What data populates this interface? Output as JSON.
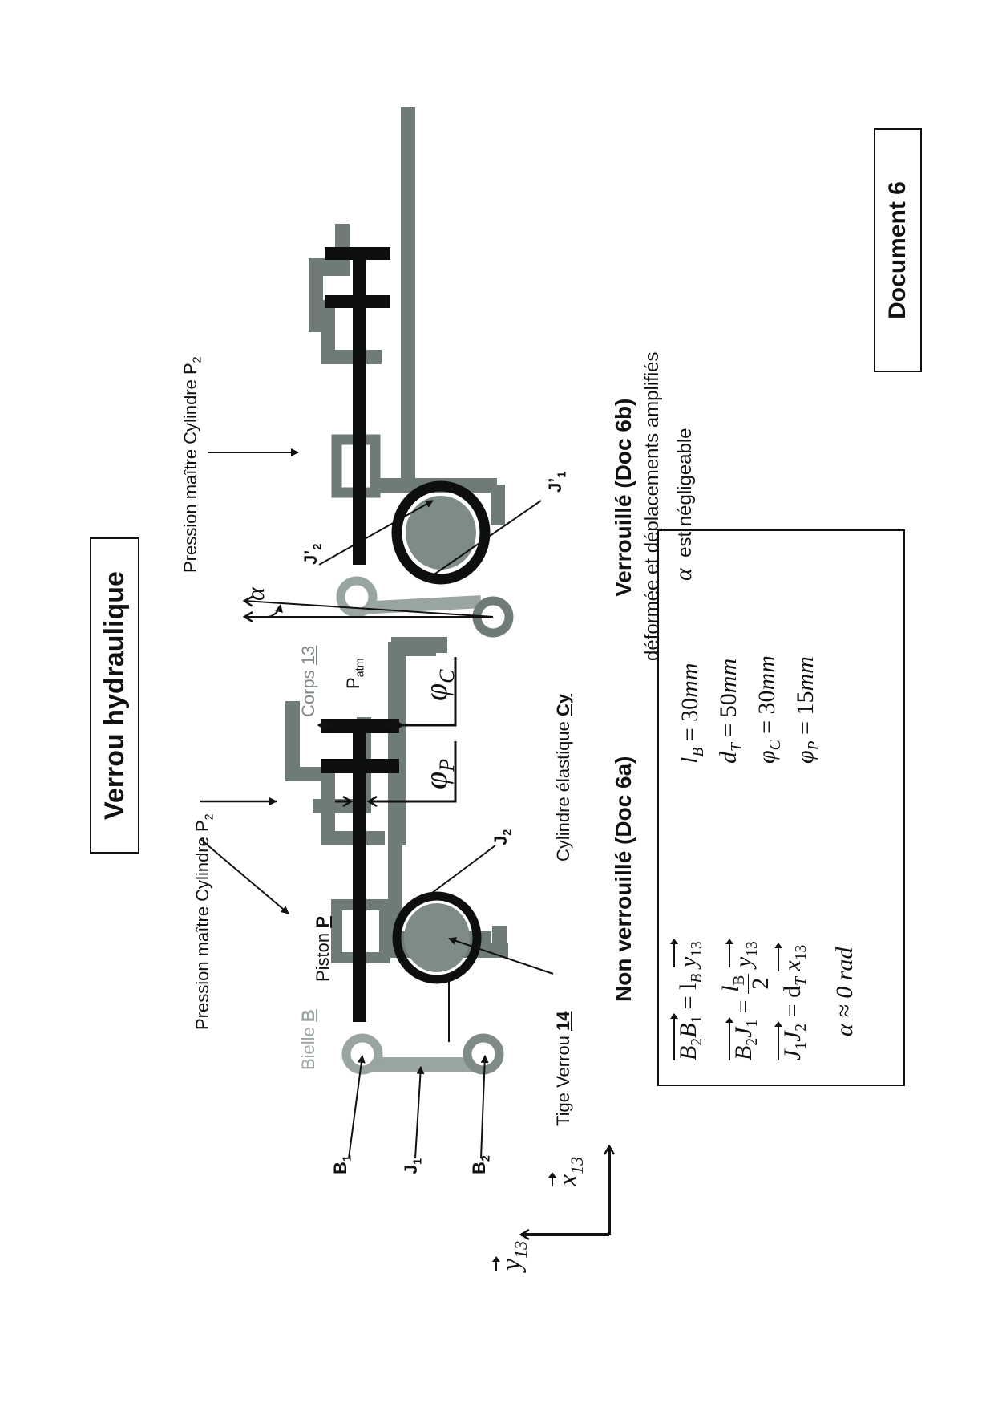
{
  "page": {
    "title": "Verrou hydraulique",
    "document_label": "Document 6"
  },
  "doc6a": {
    "pressure_label": "Pression maître Cylindre P",
    "pressure_sub": "2",
    "corps_label": "Corps ",
    "corps_num": "13",
    "patm_label": "P",
    "patm_sub": "atm",
    "phi_c_label": "φ",
    "phi_c_sub": "C",
    "phi_p_label": "φ",
    "phi_p_sub": "P",
    "piston_label": "Piston ",
    "piston_letter": "P",
    "bielle_label": "Bielle ",
    "bielle_letter": "B",
    "j2_label": "J",
    "j2_sub": "2",
    "cylindre_label": "Cylindre élastique ",
    "cylindre_code": "Cy",
    "tige_label": "Tige Verrou ",
    "tige_num": "14",
    "b1_label": "B",
    "b1_sub": "1",
    "j1_label": "J",
    "j1_sub": "1",
    "b2_label": "B",
    "b2_sub": "2",
    "x_axis": "x",
    "x_axis_sub": "13",
    "y_axis": "y",
    "y_axis_sub": "13",
    "section_title": "Non verrouillé (Doc 6a)"
  },
  "equations": {
    "eq1_lhs_a": "B",
    "eq1_lhs_a_sub": "2",
    "eq1_lhs_b": "B",
    "eq1_lhs_b_sub": "1",
    "eq1_rhs": "= l",
    "eq1_rhs_sub": "B",
    "eq1_vec": "y",
    "eq1_vec_sub": "13",
    "eq2_lhs_a": "B",
    "eq2_lhs_a_sub": "2",
    "eq2_lhs_b": "J",
    "eq2_lhs_b_sub": "1",
    "eq2_eq": "=",
    "eq2_num": "l",
    "eq2_num_sub": "B",
    "eq2_den": "2",
    "eq2_vec": "y",
    "eq2_vec_sub": "13",
    "eq3_lhs_a": "J",
    "eq3_lhs_a_sub": "1",
    "eq3_lhs_b": "J",
    "eq3_lhs_b_sub": "2",
    "eq3_rhs": "= d",
    "eq3_rhs_sub": "T",
    "eq3_vec": "x",
    "eq3_vec_sub": "13",
    "eq4": "α ≈ 0 rad",
    "params": [
      {
        "sym": "l",
        "sub": "B",
        "value": "= 30",
        "unit": "mm"
      },
      {
        "sym": "d",
        "sub": "T",
        "value": "= 50",
        "unit": "mm"
      },
      {
        "sym": "φ",
        "sub": "C",
        "value": "= 30",
        "unit": "mm"
      },
      {
        "sym": "φ",
        "sub": "P",
        "value": "= 15",
        "unit": "mm"
      }
    ]
  },
  "doc6b": {
    "pressure_label": "Pression maître Cylindre P",
    "pressure_sub": "2",
    "j2p_label": "J’",
    "j2p_sub": "2",
    "j1p_label": "J’",
    "j1p_sub": "1",
    "alpha_label": "α",
    "section_title": "Verrouillé (Doc 6b)",
    "subtitle": "déformée et déplacements amplifiés",
    "alpha_symbol": "α",
    "alpha_note": "est négligeable"
  },
  "colors": {
    "body_grey": "#6f7b79",
    "bielle_grey": "#99a5a2",
    "tige_fill": "#7f8b89",
    "black": "#0d0f0e"
  }
}
